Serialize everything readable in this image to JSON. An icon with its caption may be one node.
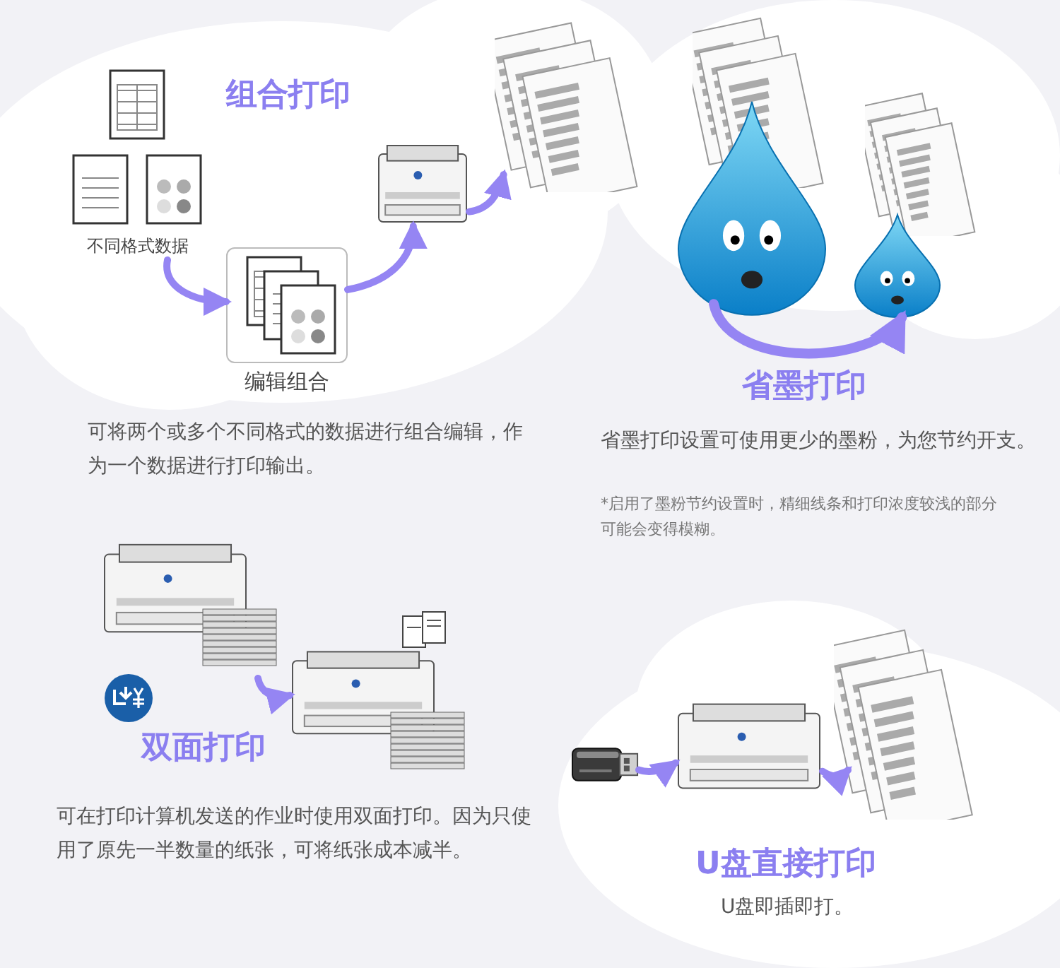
{
  "diagram": {
    "nodes": [
      {
        "text": [
          "不同格式数据"
        ]
      },
      {
        "text": [
          "编辑组合"
        ]
      },
      {
        "text": [],
        "shape": "picture"
      },
      {
        "text": [],
        "shape": "picture"
      },
      {
        "text": [],
        "shape": "picture"
      },
      {
        "text": [],
        "shape": "picture"
      },
      {
        "text": [],
        "shape": "picture"
      },
      {
        "text": [],
        "shape": "picture"
      },
      {
        "text": [],
        "shape": "picture"
      },
      {
        "text": [],
        "shape": "picture"
      },
      {
        "text": [],
        "shape": "picture"
      }
    ],
    "edges": [
      {
        "from": 0,
        "to": 1,
        "arrow": "to"
      },
      {
        "from": 1,
        "to": 2,
        "arrow": "to"
      },
      {
        "from": 2,
        "to": 3,
        "arrow": "to"
      },
      {
        "from": 4,
        "to": 5,
        "arrow": "to",
        "label": "省墨打印"
      },
      {
        "from": 6,
        "to": 7,
        "arrow": "to"
      },
      {
        "from": 8,
        "to": 9,
        "arrow": "to"
      },
      {
        "from": 9,
        "to": 10,
        "arrow": "to"
      }
    ],
    "labels": [
      "组合打印",
      "可将两个或多个不同格式的数据进行组合编辑，作为一个数据进行打印输出。",
      "省墨打印设置可使用更少的墨粉，为您节约开支。",
      "*启用了墨粉节约设置时，精细线条和打印浓度较浅的部分可能会变得模糊。",
      "双面打印",
      "可在打印计算机发送的作业时使用双面打印。因为只使用了原先一半数量的纸张，可将纸张成本减半。",
      "U盘直接打印",
      "U盘即插即打。"
    ]
  }
}
